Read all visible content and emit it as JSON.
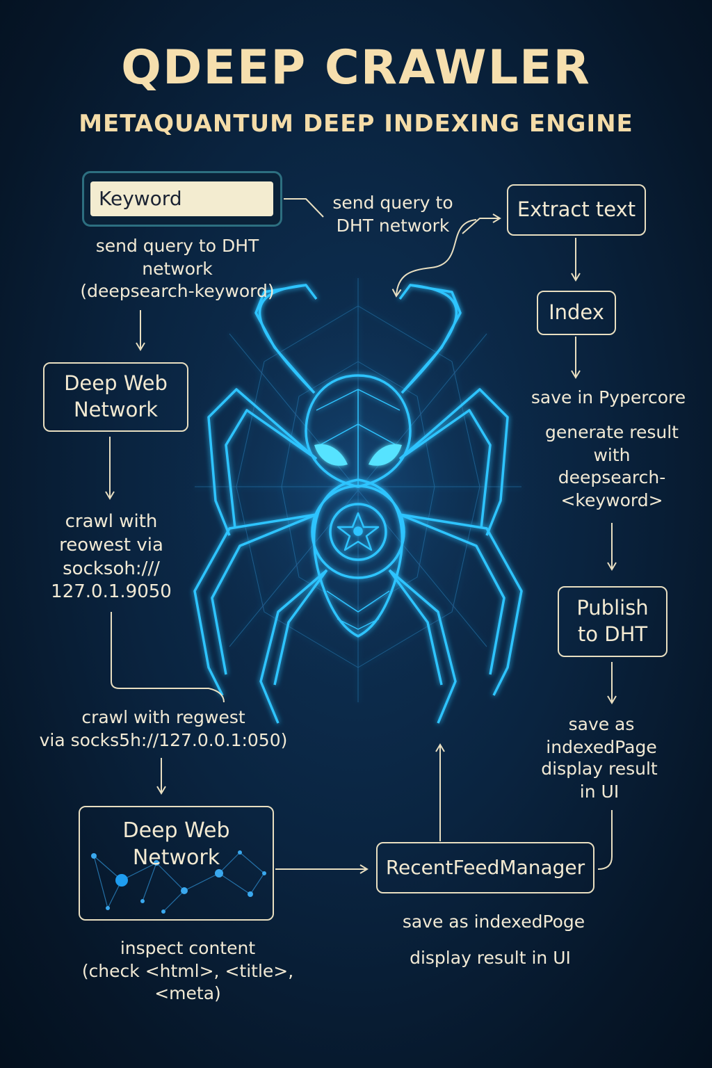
{
  "header": {
    "title": "QDEEP CRAWLER",
    "subtitle": "METAQUANTUM DEEP INDEXING ENGINE"
  },
  "colors": {
    "background": "#0a2440",
    "accent_text": "#f6dfae",
    "spider_glow": "#29b6f6",
    "box_border": "#e9dfc1"
  },
  "nodes": {
    "keyword_input": "Keyword",
    "extract_text": "Extract text",
    "index": "Index",
    "deep_web_top": "Deep Web\nNetwork",
    "publish_dht": "Publish\nto DHT",
    "deep_web_bottom": "Deep Web\nNetwork",
    "recent_feed": "RecentFeedManager"
  },
  "labels": {
    "send_query_top": "send query to\nDHT network",
    "send_query_left": "send query to DHT\nnetwork\n(deepsearch-keyword)",
    "save_pypercore": "save in Pypercore",
    "generate_result": "generate result\nwith\ndeepsearch-\n<keyword>",
    "crawl_reowest": "crawl with\nreowest via\nsocksoh:///\n127.0.1.9050",
    "crawl_regwest": "crawl with regwest\nvia socks5h://127.0.0.1:050)",
    "save_indexed_right": "save as indexedPage",
    "display_right": "display result\nin UI",
    "inspect": "inspect content\n(check <html>, <title>, <meta)",
    "save_indexed_bottom": "save as indexedPoge",
    "display_bottom": "display result in UI"
  },
  "icons": {
    "central": "spider-icon",
    "arrow": "arrow-icon"
  }
}
